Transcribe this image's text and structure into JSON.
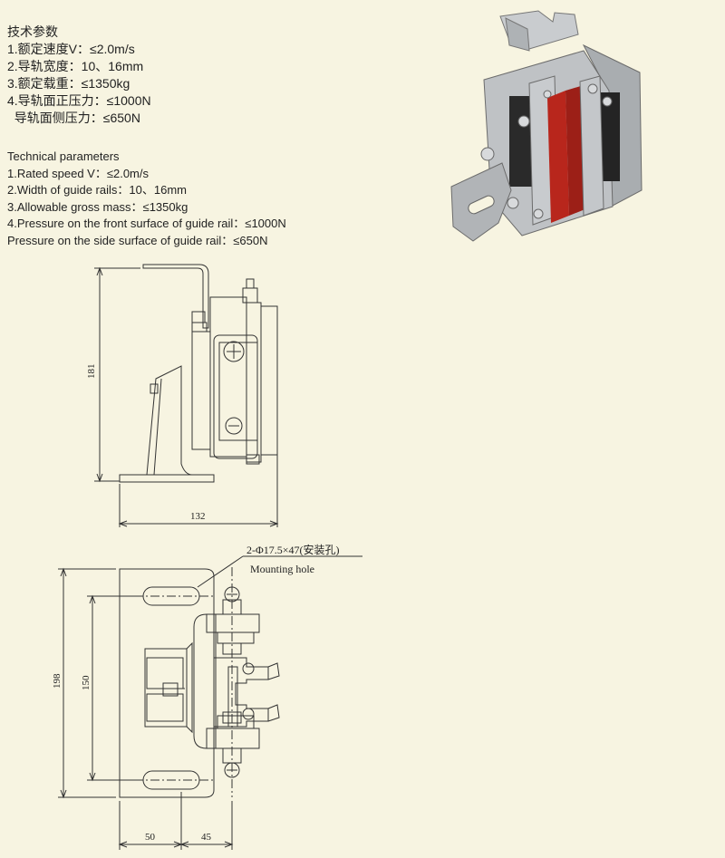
{
  "specs_cn": {
    "title": "技术参数",
    "items": [
      "1.额定速度V：≤2.0m/s",
      "2.导轨宽度：10、16mm",
      "3.额定载重：≤1350kg",
      "4.导轨面正压力：≤1000N",
      "  导轨面侧压力：≤650N"
    ]
  },
  "specs_en": {
    "title": "Technical parameters",
    "items": [
      "1.Rated speed V：≤2.0m/s",
      "2.Width of guide rails：10、16mm",
      "3.Allowable gross mass：≤1350kg",
      "4.Pressure on the front surface of guide rail：≤1000N",
      "Pressure on the side surface of guide rail：≤650N"
    ]
  },
  "side_view": {
    "height_dim": "181",
    "width_dim": "132"
  },
  "front_view": {
    "height_dim": "198",
    "hole_spacing_dim": "150",
    "left_dim": "50",
    "right_dim": "45",
    "note_spec": "2-Φ17.5×47(安装孔)",
    "note_label": "Mounting hole"
  },
  "colors": {
    "background": "#f7f4e1",
    "line": "#333333",
    "liner_red": "#b8261c",
    "metal": "#b9bcbf",
    "rubber": "#2a2a2a"
  }
}
